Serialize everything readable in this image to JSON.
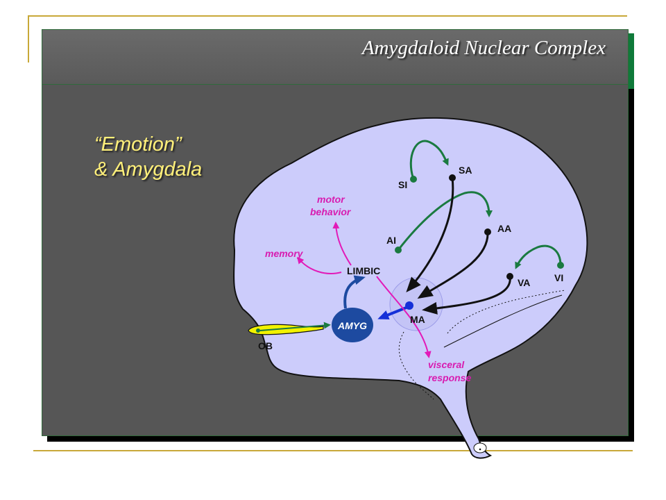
{
  "slide": {
    "title": "Amygdaloid Nuclear Complex",
    "subtitle_line1": "“Emotion”",
    "subtitle_line2": "& Amygdala"
  },
  "diagram": {
    "labels": {
      "sa": "SA",
      "si": "SI",
      "aa": "AA",
      "ai": "AI",
      "va": "VA",
      "vi": "VI",
      "ma": "MA",
      "ob": "OB",
      "amyg": "AMYG",
      "limbic": "LIMBIC",
      "memory": "memory",
      "motor_line1": "motor",
      "motor_line2": "behavior",
      "visceral_line1": "visceral",
      "visceral_line2": "response"
    },
    "colors": {
      "brain_fill": "#ccccfb",
      "afferent_green": "#1a7a40",
      "projection_black": "#111111",
      "output_magenta": "#e21ab8",
      "amygdala_blue": "#1d4aa0",
      "ma_blue": "#1530d8",
      "olfactory_yellow": "#f2f200"
    }
  }
}
